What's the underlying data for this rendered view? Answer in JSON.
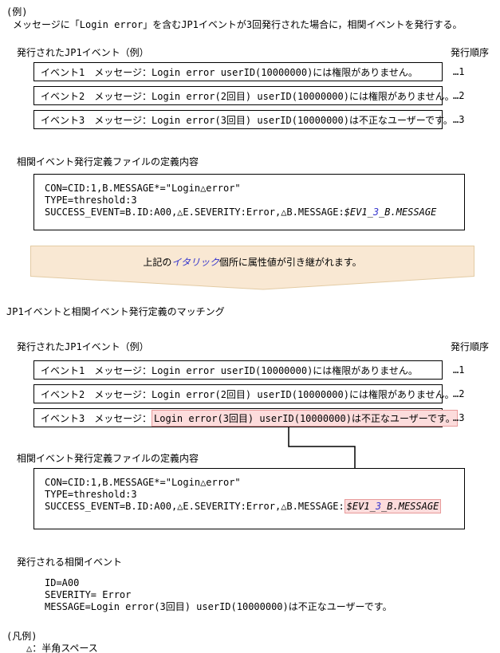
{
  "colors": {
    "highlight_fill": "#fcdcdc",
    "highlight_border": "#e89b9b",
    "banner_fill": "#f9e8d3",
    "banner_border": "#e3cba4",
    "accent_blue": "#3333cc"
  },
  "header": {
    "example_label": "(例)",
    "description": "メッセージに「Login error」を含むJP1イベントが3回発行された場合に，相関イベントを発行する。"
  },
  "issued_events": {
    "heading": "発行されたJP1イベント（例）",
    "order_heading": "発行順序",
    "events": [
      {
        "prefix": "イベント1　メッセージ：",
        "message": "Login error userID(10000000)には権限がありません。",
        "order": "…1"
      },
      {
        "prefix": "イベント2　メッセージ：",
        "message": "Login error(2回目) userID(10000000)には権限がありません。",
        "order": "…2"
      },
      {
        "prefix": "イベント3　メッセージ：",
        "message": "Login error(3回目) userID(10000000)は不正なユーザーです。",
        "order": "…3"
      }
    ]
  },
  "definition": {
    "heading": "相関イベント発行定義ファイルの定義内容",
    "line1": "CON=CID:1,B.MESSAGE*=\"Login△error\"",
    "line2": "TYPE=threshold:3",
    "line3_prefix": "SUCCESS_EVENT=B.ID:A00,△E.SEVERITY:Error,△B.MESSAGE:",
    "var_part1": "$EV1_",
    "var_num": "3",
    "var_part2": "_B.MESSAGE"
  },
  "banner": {
    "text_before": "上記の",
    "italic_word": "イタリック",
    "text_after": "個所に属性値が引き継がれます。"
  },
  "matching": {
    "heading": "JP1イベントと相関イベント発行定義のマッチング"
  },
  "correlation_event": {
    "heading": "発行される相関イベント",
    "lines": [
      "ID=A00",
      "SEVERITY= Error",
      "MESSAGE=Login error(3回目) userID(10000000)は不正なユーザーです。"
    ]
  },
  "legend": {
    "label": "(凡例)",
    "item": "△：半角スペース"
  }
}
